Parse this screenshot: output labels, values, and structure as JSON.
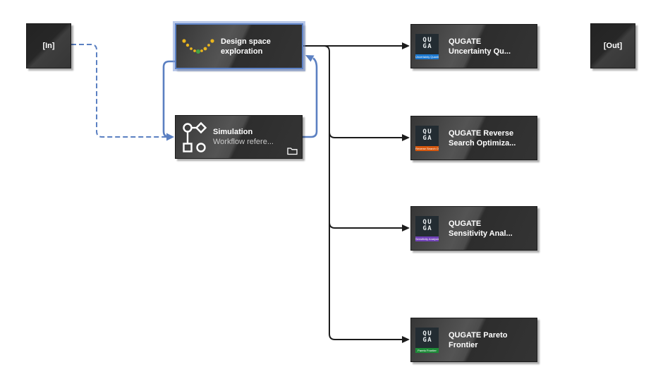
{
  "app": {
    "name": "workflow-editor-canvas"
  },
  "colors": {
    "canvas_bg": "#ffffff",
    "connector_black": "#1c1c1c",
    "flow_blue": "#5b80c2",
    "selection_blue": "#5d82c6",
    "node_title": "#ffffff",
    "node_subtitle": "#c8c8c8",
    "dot_yellow": "#e9b51e",
    "dot_green": "#44a244",
    "qugate_icon_bg": "#232c32"
  },
  "nodes": {
    "input": {
      "label": "[In]"
    },
    "output": {
      "label": "[Out]"
    },
    "design": {
      "title_line1": "Design space",
      "title_line2": "exploration",
      "icon": "dotted-curve-icon",
      "selected": true
    },
    "simulation": {
      "title": "Simulation",
      "subtitle": "Workflow refere...",
      "icon": "workflow-graph-icon",
      "badge": "folder-icon"
    },
    "qugate": [
      {
        "title_line1": "QUGATE",
        "title_line2": "Uncertainty Qu...",
        "icon_line1": "QU",
        "icon_line2": "GA",
        "banner_label": "Uncertainty Quantification",
        "banner_color": "#1d7ad2"
      },
      {
        "title_line1": "QUGATE Reverse",
        "title_line2": "Search Optimiza...",
        "icon_line1": "QU",
        "icon_line2": "GA",
        "banner_label": "Reverse Search Optimization",
        "banner_color": "#d4570e"
      },
      {
        "title_line1": "QUGATE",
        "title_line2": "Sensitivity Anal...",
        "icon_line1": "QU",
        "icon_line2": "GA",
        "banner_label": "Sensitivity Analysis",
        "banner_color": "#7142b8"
      },
      {
        "title_line1": "QUGATE Pareto",
        "title_line2": "Frontier",
        "icon_line1": "QU",
        "icon_line2": "GA",
        "banner_label": "Pareto Frontier",
        "banner_color": "#1e8a38"
      }
    ]
  },
  "connections": [
    {
      "from": "in",
      "to": "simulation",
      "style": "dashed-blue"
    },
    {
      "from": "design-space-exploration",
      "to": "simulation",
      "style": "solid-blue"
    },
    {
      "from": "simulation",
      "to": "design-space-exploration",
      "style": "solid-blue"
    },
    {
      "from": "design-space-exploration",
      "to": "qugate-uncertainty-quantification",
      "style": "solid-black"
    },
    {
      "from": "design-space-exploration",
      "to": "qugate-reverse-search-optimization",
      "style": "solid-black"
    },
    {
      "from": "design-space-exploration",
      "to": "qugate-sensitivity-analysis",
      "style": "solid-black"
    },
    {
      "from": "design-space-exploration",
      "to": "qugate-pareto-frontier",
      "style": "solid-black"
    }
  ]
}
